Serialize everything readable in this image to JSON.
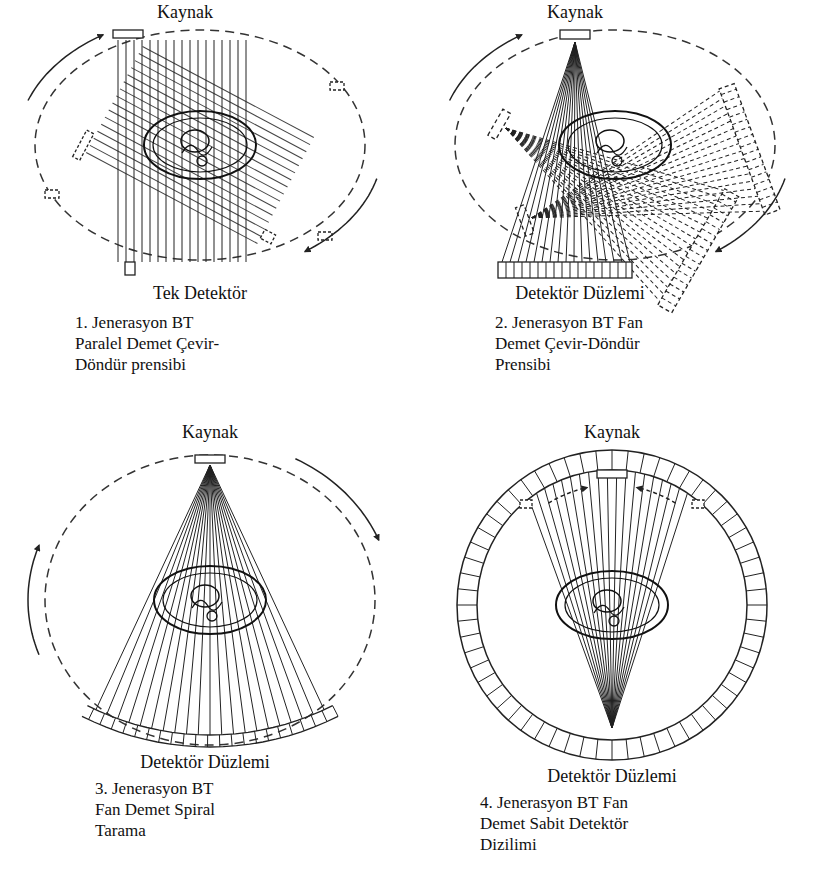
{
  "diagram": {
    "labels": [
      "Kaynak",
      "Kaynak",
      "Tek Detektör",
      "Detektör Düzlemi",
      "1. Jenerasyon BT Paralel Demet Çevir-Döndür prensibi",
      "2. Jenerasyon BT Fan Demet Çevir-Döndür Prensibi",
      "Kaynak",
      "Kaynak",
      "Detektör Düzlemi",
      "Detektör Düzlemi",
      "3. Jenerasyon BT Fan Demet Spiral Tarama",
      "4. Jenerasyon BT Fan Demet Sabit Detektör Dizilimi"
    ]
  }
}
